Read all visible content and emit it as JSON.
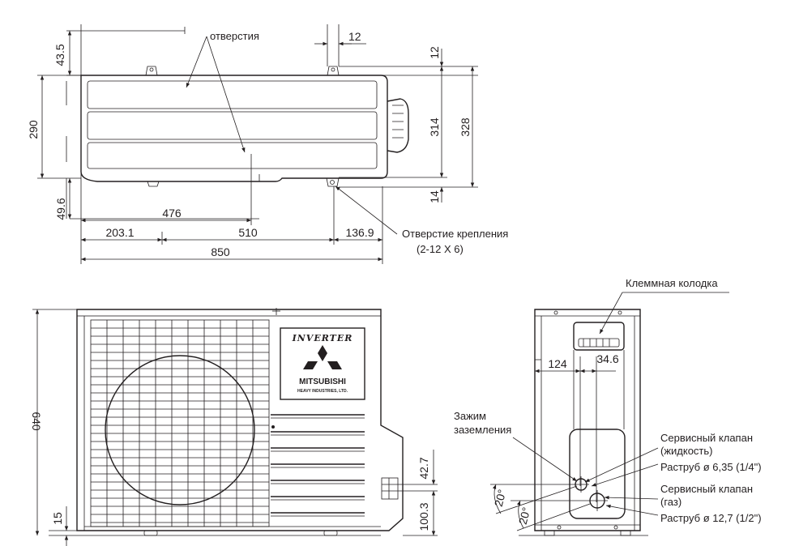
{
  "top_view": {
    "dims": {
      "d43_5": "43.5",
      "d290": "290",
      "d49_6": "49.6",
      "d476": "476",
      "d203_1": "203.1",
      "d510": "510",
      "d136_9": "136.9",
      "d850": "850",
      "d12a": "12",
      "d12b": "12",
      "d314": "314",
      "d328": "328",
      "d14": "14"
    },
    "labels": {
      "holes": "отверстия",
      "mount_hole": "Отверстие крепления",
      "mount_hole_spec": "(2-12 X 6)"
    }
  },
  "front_view": {
    "brand": {
      "inverter": "INVERTER",
      "name": "MITSUBISHI",
      "sub": "HEAVY INDUSTRIES, LTD."
    },
    "dims": {
      "d640": "640",
      "d15": "15",
      "d42_7": "42.7",
      "d100_3": "100.3"
    }
  },
  "side_view": {
    "dims": {
      "d124": "124",
      "d34_6": "34.6",
      "d20a": "20°",
      "d20b": "20°"
    },
    "labels": {
      "terminal": "Клеммная колодка",
      "ground_1": "Зажим",
      "ground_2": "заземления",
      "svc_liquid_1": "Сервисный клапан",
      "svc_liquid_2": "(жидкость)",
      "flare_liquid": "Раструб  ø 6,35 (1/4\")",
      "svc_gas_1": "Сервисный клапан",
      "svc_gas_2": "(газ)",
      "flare_gas": "Раструб  ø 12,7 (1/2\")"
    }
  }
}
